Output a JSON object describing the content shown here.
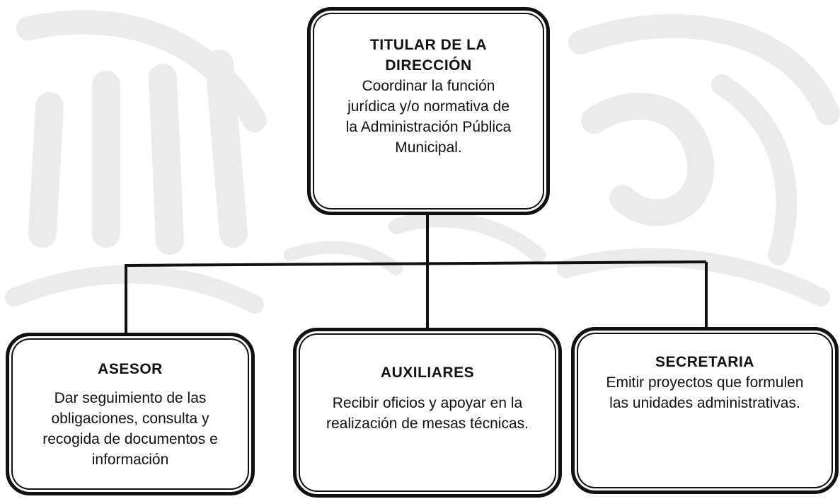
{
  "nodes": {
    "titular": {
      "title": "TITULAR DE LA DIRECCIÓN",
      "description": "Coordinar la función jurídica y/o normativa de la Administración Pública Municipal."
    },
    "asesor": {
      "title": "ASESOR",
      "description": "Dar seguimiento de las obligaciones, consulta y recogida de documentos e información"
    },
    "auxiliares": {
      "title": "AUXILIARES",
      "description": "Recibir oficios y apoyar en la realización de mesas técnicas."
    },
    "secretaria": {
      "title": "SECRETARIA",
      "description": "Emitir proyectos que formulen las unidades administrativas."
    }
  },
  "edges": [
    {
      "from": "titular",
      "to": "asesor"
    },
    {
      "from": "titular",
      "to": "auxiliares"
    },
    {
      "from": "titular",
      "to": "secretaria"
    }
  ],
  "colors": {
    "line": "#111111",
    "watermark": "#e9e9e9",
    "background": "#ffffff"
  }
}
